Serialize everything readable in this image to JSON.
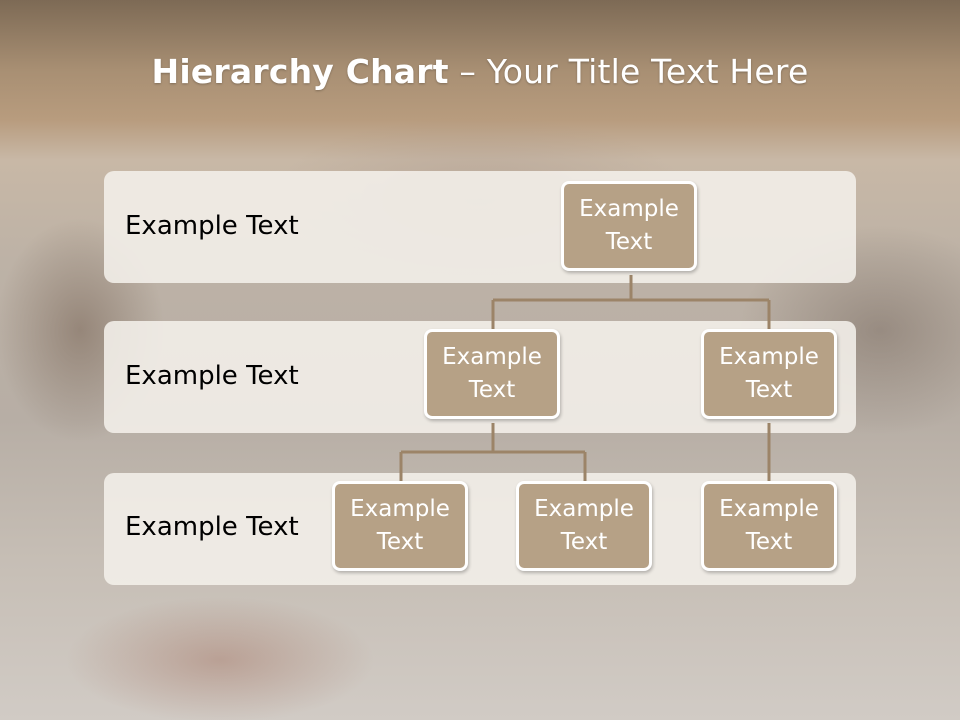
{
  "slide": {
    "title_bold": "Hierarchy Chart",
    "title_rest": " – Your Title Text Here"
  },
  "bands": [
    {
      "label": "Example Text"
    },
    {
      "label": "Example Text"
    },
    {
      "label": "Example Text"
    }
  ],
  "nodes": {
    "root": "Example Text",
    "level2_left": "Example Text",
    "level2_right": "Example Text",
    "level3_a": "Example Text",
    "level3_b": "Example Text",
    "level3_c": "Example Text"
  },
  "colors": {
    "node_fill": "#b6a186",
    "node_border": "#ffffff",
    "connector": "#9c8468",
    "band_fill": "#f4f0eb"
  }
}
